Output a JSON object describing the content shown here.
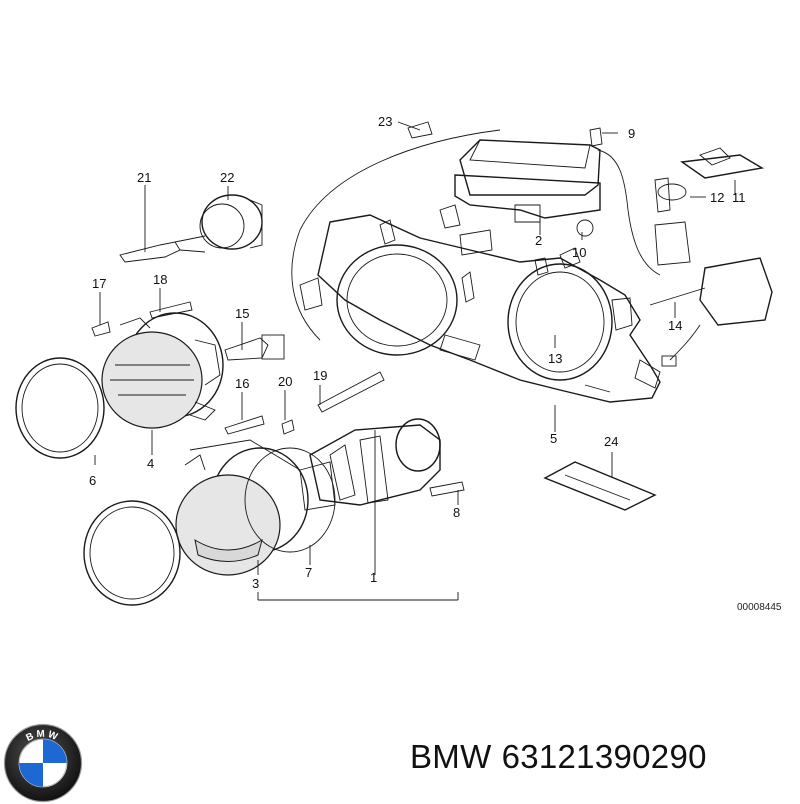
{
  "callouts": {
    "c1": "1",
    "c2": "2",
    "c3": "3",
    "c4": "4",
    "c5": "5",
    "c6": "6",
    "c7": "7",
    "c8": "8",
    "c9": "9",
    "c10": "10",
    "c11": "11",
    "c12": "12",
    "c13": "13",
    "c14": "14",
    "c15": "15",
    "c16": "16",
    "c17": "17",
    "c18": "18",
    "c19": "19",
    "c20": "20",
    "c21": "21",
    "c22": "22",
    "c23": "23",
    "c24": "24"
  },
  "diagram_code": "00008445",
  "caption": {
    "brand": "BMW",
    "part_number": "63121390290"
  },
  "logo": {
    "text": "BMW",
    "colors": {
      "blue": "#1c69d4",
      "white": "#ffffff",
      "ring": "#111111"
    }
  }
}
